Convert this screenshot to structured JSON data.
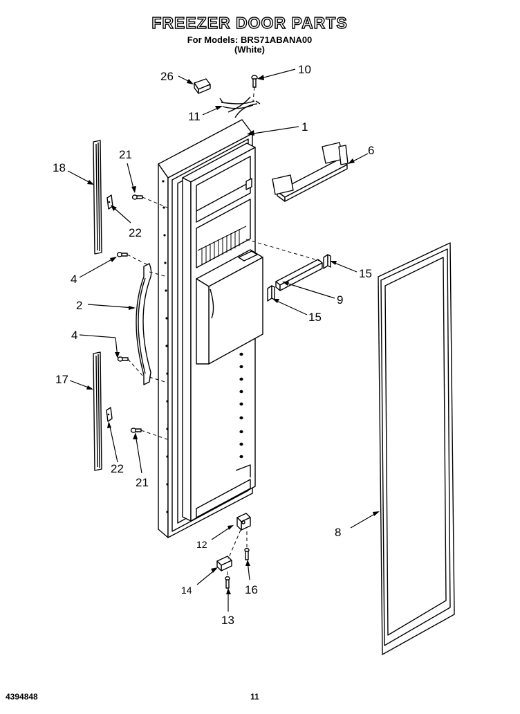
{
  "header": {
    "title": "FREEZER DOOR PARTS",
    "models_line": "For Models: BRS71ABANA00",
    "color_line": "(White)"
  },
  "callouts": [
    "26",
    "10",
    "11",
    "1",
    "6",
    "21",
    "18",
    "22",
    "4",
    "2",
    "15",
    "9",
    "15",
    "4",
    "17",
    "22",
    "21",
    "8",
    "12",
    "14",
    "16",
    "13"
  ],
  "footer": {
    "doc_id": "4394848",
    "page": "11"
  }
}
